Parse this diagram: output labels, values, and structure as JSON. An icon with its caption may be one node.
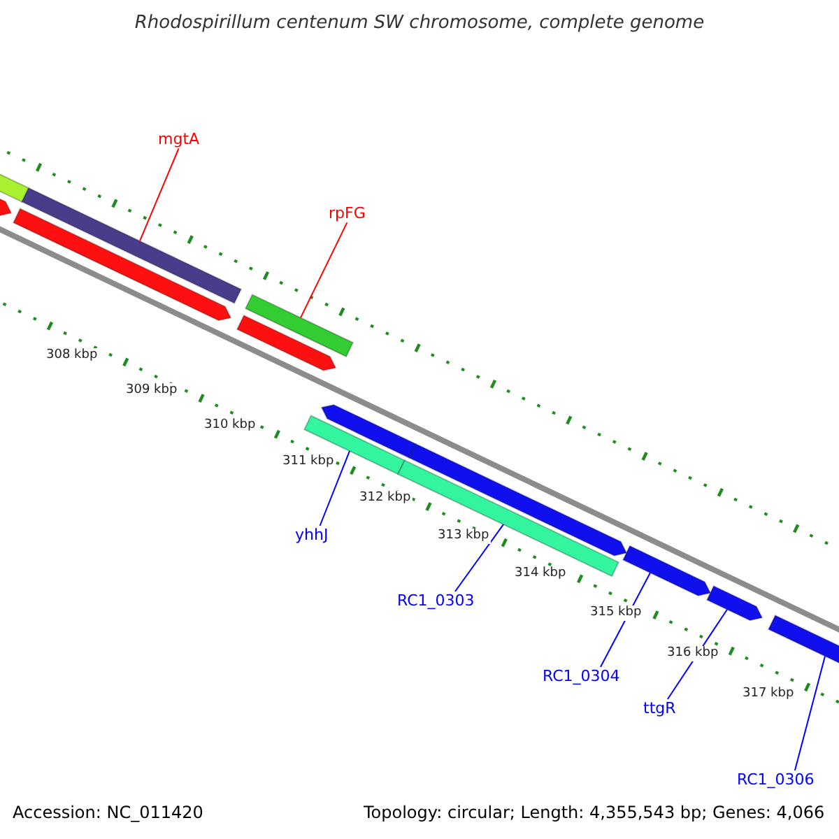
{
  "diagram": {
    "title": "Rhodospirillum centenum SW chromosome, complete genome",
    "nodes": [
      {
        "text": [
          "mgtA"
        ]
      },
      {
        "text": [
          "rpFG"
        ]
      },
      {
        "text": [
          "yhhJ"
        ]
      },
      {
        "text": [
          "RC1_0303"
        ]
      },
      {
        "text": [
          "RC1_0304"
        ]
      },
      {
        "text": [
          "ttgR"
        ]
      },
      {
        "text": [
          "RC1_0306"
        ]
      },
      {
        "text": [],
        "shape": "bar"
      },
      {
        "text": [],
        "shape": "bar"
      },
      {
        "text": [],
        "shape": "bar"
      },
      {
        "text": [],
        "shape": "bar"
      },
      {
        "text": [],
        "shape": "bar"
      },
      {
        "text": [],
        "shape": "bar"
      },
      {
        "text": [],
        "shape": "bar"
      },
      {
        "text": [],
        "shape": "bar"
      },
      {
        "text": [],
        "shape": "bar"
      },
      {
        "text": [],
        "shape": "bar"
      },
      {
        "text": [],
        "shape": "bar"
      },
      {
        "text": [],
        "shape": "bar"
      },
      {
        "text": [],
        "shape": "bar"
      }
    ],
    "edges": [
      {
        "from": 0,
        "to": 7,
        "arrow": "none",
        "color": "#ff0000"
      },
      {
        "from": 1,
        "to": 8,
        "arrow": "none",
        "color": "#ff0000"
      },
      {
        "from": 2,
        "to": 9,
        "arrow": "none"
      },
      {
        "from": 3,
        "to": 10,
        "arrow": "none"
      },
      {
        "from": 4,
        "to": 11,
        "arrow": "none"
      },
      {
        "from": 5,
        "to": 12,
        "arrow": "none"
      },
      {
        "from": 6,
        "to": 13,
        "arrow": "none"
      }
    ],
    "labels": [
      "308 kbp",
      "309 kbp",
      "310 kbp",
      "311 kbp",
      "312 kbp",
      "313 kbp",
      "314 kbp",
      "315 kbp",
      "316 kbp",
      "317 kbp",
      "Accession: NC_011420",
      "Topology: circular; Length: 4,355,543 bp; Genes: 4,066"
    ]
  }
}
